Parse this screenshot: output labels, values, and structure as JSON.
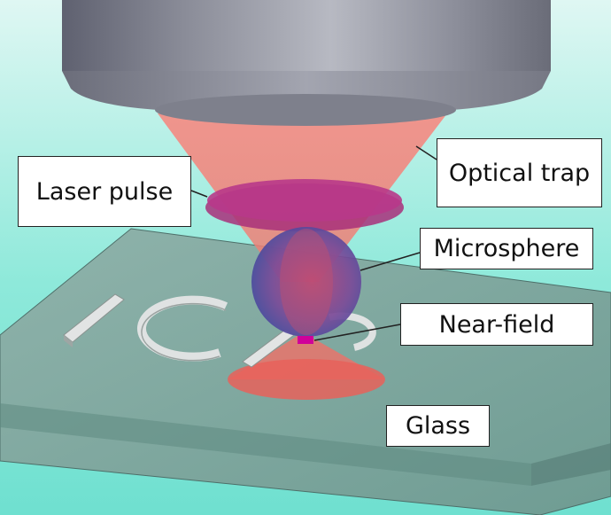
{
  "labels": {
    "optical_trap": "Optical trap",
    "laser_pulse": "Laser pulse",
    "microsphere": "Microsphere",
    "near_field": "Near-field",
    "glass": "Glass"
  },
  "colors": {
    "background": "#6fe0d0",
    "objective": "#8d8f9a",
    "trap_beam": "#f0827a",
    "laser_disc": "#b0307a",
    "microsphere": "#5a4ea0",
    "glass": "#7aa8a0",
    "near_field_spot": "#d0009a"
  }
}
